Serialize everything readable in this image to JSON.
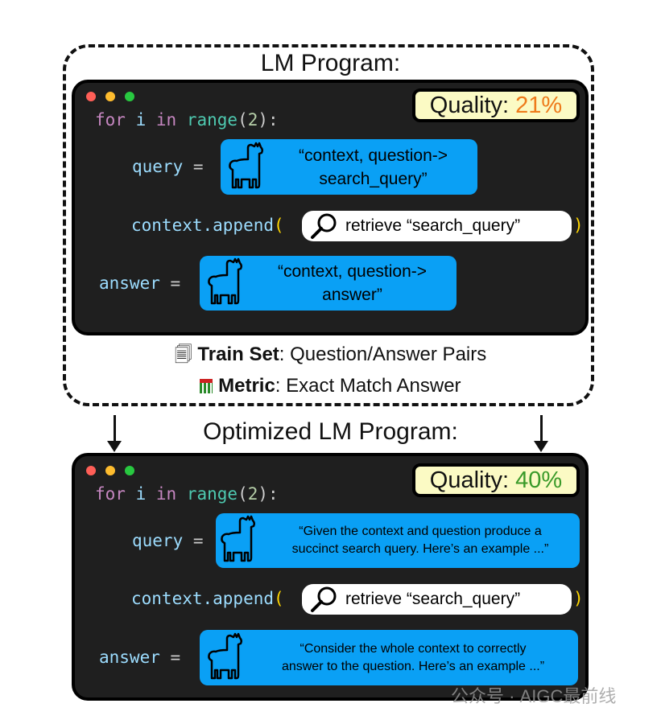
{
  "original": {
    "title": "LM Program:",
    "quality_label": "Quality:",
    "quality_value": "21%",
    "loop": {
      "kw_for": "for",
      "var": "i",
      "kw_in": "in",
      "fn": "range",
      "arg": "2"
    },
    "query_var": "query",
    "query_sig": "“context, question->",
    "query_sig2": "search_query”",
    "context_call": "context.append",
    "retrieve": "retrieve “search_query”",
    "answer_var": "answer",
    "answer_sig": "“context, question->",
    "answer_sig2": "answer”"
  },
  "train_set": {
    "label": "Train Set",
    "value": ": Question/Answer Pairs"
  },
  "metric": {
    "label": "Metric",
    "value": ": Exact Match Answer"
  },
  "optimized": {
    "title": "Optimized LM Program:",
    "quality_label": "Quality:",
    "quality_value": "40%",
    "query_prompt": "“Given the context and question produce a",
    "query_prompt2": "succinct search query.  Here’s an example ...”",
    "retrieve": "retrieve “search_query”",
    "answer_prompt": "“Consider the whole context to correctly",
    "answer_prompt2": "answer to the question.  Here’s an example ...”"
  },
  "watermark": "公众号 · AIGC最前线",
  "colors": {
    "quality_orange": "#ee7a1a",
    "quality_green": "#3a9a2a",
    "module_blue": "#0aa0f5"
  }
}
